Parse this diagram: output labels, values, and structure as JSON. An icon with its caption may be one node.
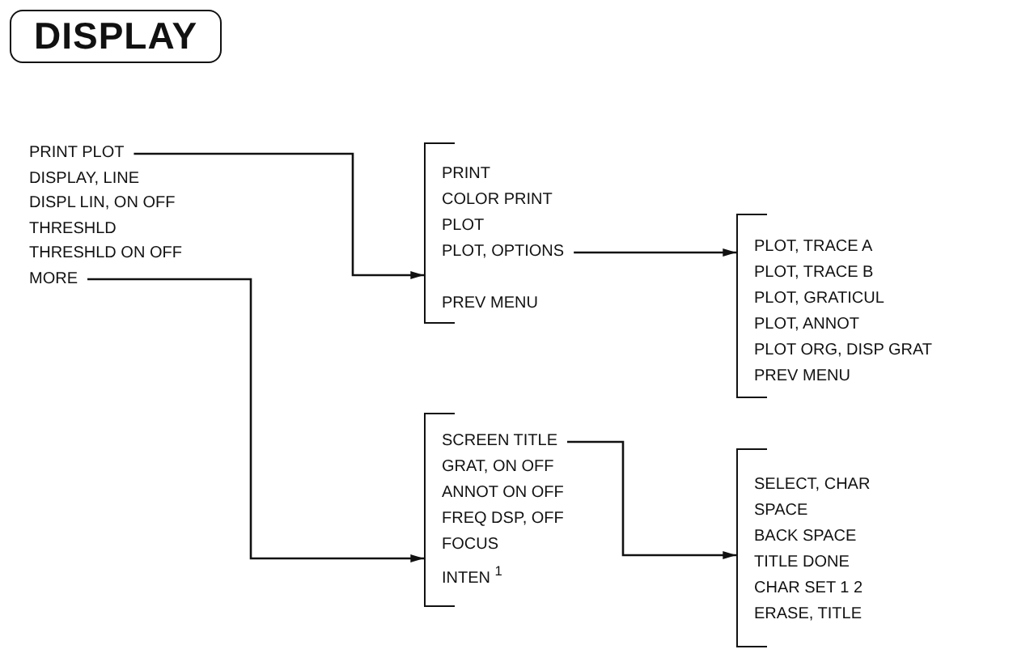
{
  "diagram": {
    "title": "DISPLAY",
    "nodes": [
      {
        "text": [
          "PRINT PLOT"
        ]
      },
      {
        "text": [
          "DISPLAY, LINE"
        ]
      },
      {
        "text": [
          "DISPL LIN, ON OFF"
        ]
      },
      {
        "text": [
          "THRESHLD"
        ]
      },
      {
        "text": [
          "THRESHLD ON OFF"
        ]
      },
      {
        "text": [
          "MORE"
        ]
      },
      {
        "text": [],
        "shape": "box"
      },
      {
        "text": [
          "PRINT"
        ],
        "in": 6
      },
      {
        "text": [
          "COLOR PRINT"
        ],
        "in": 6
      },
      {
        "text": [
          "PLOT"
        ],
        "in": 6
      },
      {
        "text": [
          "PLOT, OPTIONS"
        ],
        "in": 6
      },
      {
        "text": [
          "PREV MENU"
        ],
        "in": 6
      },
      {
        "text": [],
        "shape": "box"
      },
      {
        "text": [
          "PLOT, TRACE A"
        ],
        "in": 12
      },
      {
        "text": [
          "PLOT, TRACE B"
        ],
        "in": 12
      },
      {
        "text": [
          "PLOT, GRATICUL"
        ],
        "in": 12
      },
      {
        "text": [
          "PLOT, ANNOT"
        ],
        "in": 12
      },
      {
        "text": [
          "PLOT ORG, DISP GRAT"
        ],
        "in": 12
      },
      {
        "text": [
          "PREV MENU"
        ],
        "in": 12
      },
      {
        "text": [],
        "shape": "box"
      },
      {
        "text": [
          "SCREEN TITLE"
        ],
        "in": 19
      },
      {
        "text": [
          "GRAT, ON OFF"
        ],
        "in": 19
      },
      {
        "text": [
          "ANNOT ON OFF"
        ],
        "in": 19
      },
      {
        "text": [
          "FREQ DSP, OFF"
        ],
        "in": 19
      },
      {
        "text": [
          "FOCUS"
        ],
        "in": 19
      },
      {
        "text": [
          "INTEN $^{1}$"
        ],
        "in": 19
      },
      {
        "text": [],
        "shape": "box"
      },
      {
        "text": [
          "SELECT, CHAR"
        ],
        "in": 26
      },
      {
        "text": [
          "SPACE"
        ],
        "in": 26
      },
      {
        "text": [
          "BACK SPACE"
        ],
        "in": 26
      },
      {
        "text": [
          "TITLE DONE"
        ],
        "in": 26
      },
      {
        "text": [
          "CHAR SET 1 2"
        ],
        "in": 26
      },
      {
        "text": [
          "ERASE, TITLE"
        ],
        "in": 26
      }
    ],
    "edges": [
      {
        "from": 0,
        "to": 6,
        "arrow": "to"
      },
      {
        "from": 5,
        "to": 19,
        "arrow": "to"
      },
      {
        "from": 10,
        "to": 12,
        "arrow": "to"
      },
      {
        "from": 20,
        "to": 26,
        "arrow": "to"
      }
    ]
  }
}
